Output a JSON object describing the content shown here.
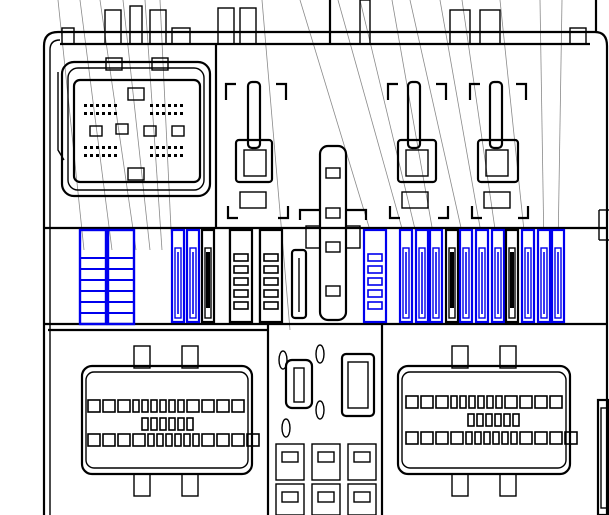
{
  "diagram": {
    "colors": {
      "outline": "#000000",
      "highlight": "#0000ee",
      "leader": "#8a8a8a",
      "background": "#ffffff"
    },
    "fuses_left": [
      {
        "id": "F1",
        "highlighted": true
      },
      {
        "id": "F2",
        "highlighted": true
      },
      {
        "id": "F3",
        "highlighted": true
      },
      {
        "id": "F4",
        "highlighted": true
      },
      {
        "id": "F5",
        "highlighted": false
      },
      {
        "id": "F6",
        "highlighted": false
      },
      {
        "id": "F7",
        "highlighted": false
      }
    ],
    "fuses_right": [
      {
        "id": "F8",
        "highlighted": true
      },
      {
        "id": "F9",
        "highlighted": true
      },
      {
        "id": "F10",
        "highlighted": true
      },
      {
        "id": "F11",
        "highlighted": false
      },
      {
        "id": "F12",
        "highlighted": true
      },
      {
        "id": "F13",
        "highlighted": true
      },
      {
        "id": "F14",
        "highlighted": true
      },
      {
        "id": "F15",
        "highlighted": false
      },
      {
        "id": "F16",
        "highlighted": true
      },
      {
        "id": "F17",
        "highlighted": true
      },
      {
        "id": "F18",
        "highlighted": true
      }
    ],
    "relays": [
      {
        "id": "R1",
        "highlighted": false
      },
      {
        "id": "R2",
        "highlighted": false
      },
      {
        "id": "R3",
        "highlighted": true
      }
    ]
  }
}
